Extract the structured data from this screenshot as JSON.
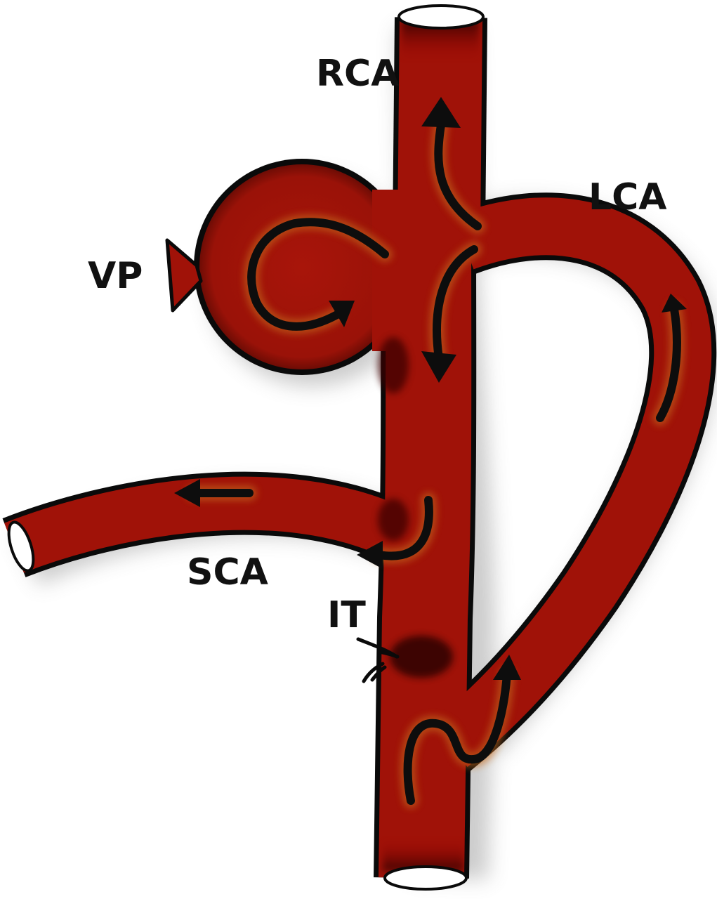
{
  "labels": {
    "rca": "RCA",
    "lca": "LCA",
    "vp": "VP",
    "sca": "SCA",
    "it": "IT"
  },
  "colors": {
    "vessel": "#a01208",
    "vessel_dark": "#3a0500",
    "outline": "#0a0a0a",
    "arrow": "#0d0d0d",
    "arrow_glow": "#c56a1c",
    "shadow": "#9a9a9a",
    "background": "#ffffff"
  }
}
